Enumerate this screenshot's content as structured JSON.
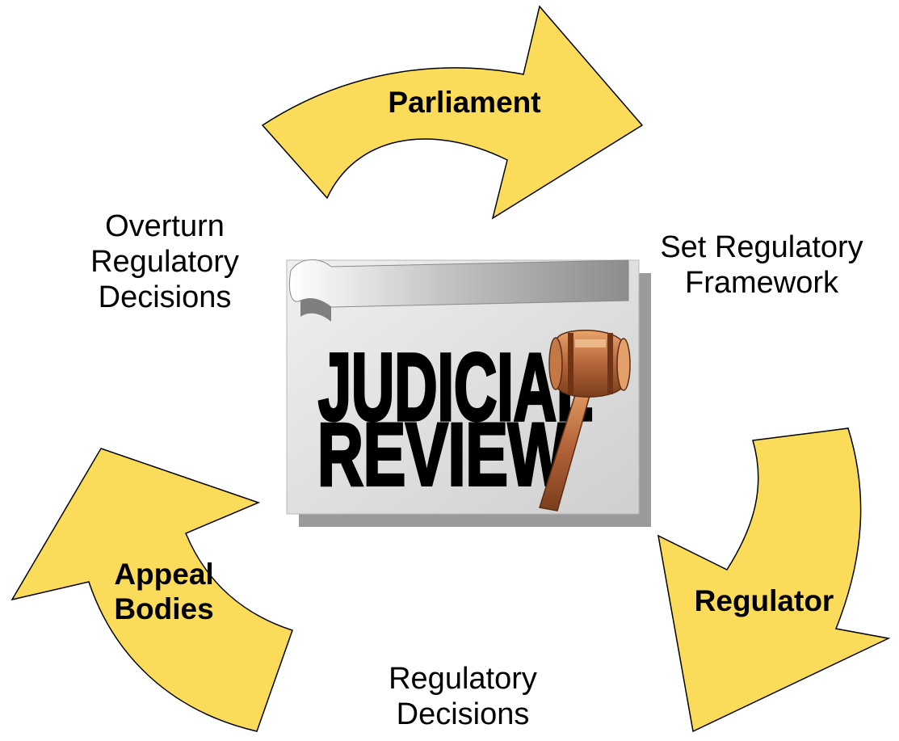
{
  "cycle": {
    "parliament": "Parliament",
    "regulator": "Regulator",
    "appeal_bodies": [
      "Appeal",
      "Bodies"
    ]
  },
  "flows": {
    "set_framework": [
      "Set Regulatory",
      "Framework"
    ],
    "regulatory_decisions": [
      "Regulatory",
      "Decisions"
    ],
    "overturn": [
      "Overturn",
      "Regulatory",
      "Decisions"
    ]
  },
  "center_image": {
    "title_line1": "JUDICIAL",
    "title_line2": "REVIEW",
    "icon": "gavel-icon"
  },
  "colors": {
    "arrow_fill": "#FADC5A",
    "arrow_stroke": "#000000",
    "sign_face": "#E2E2E2",
    "sign_shadow": "#9A9A9A",
    "gavel_wood": "#A85A30"
  }
}
